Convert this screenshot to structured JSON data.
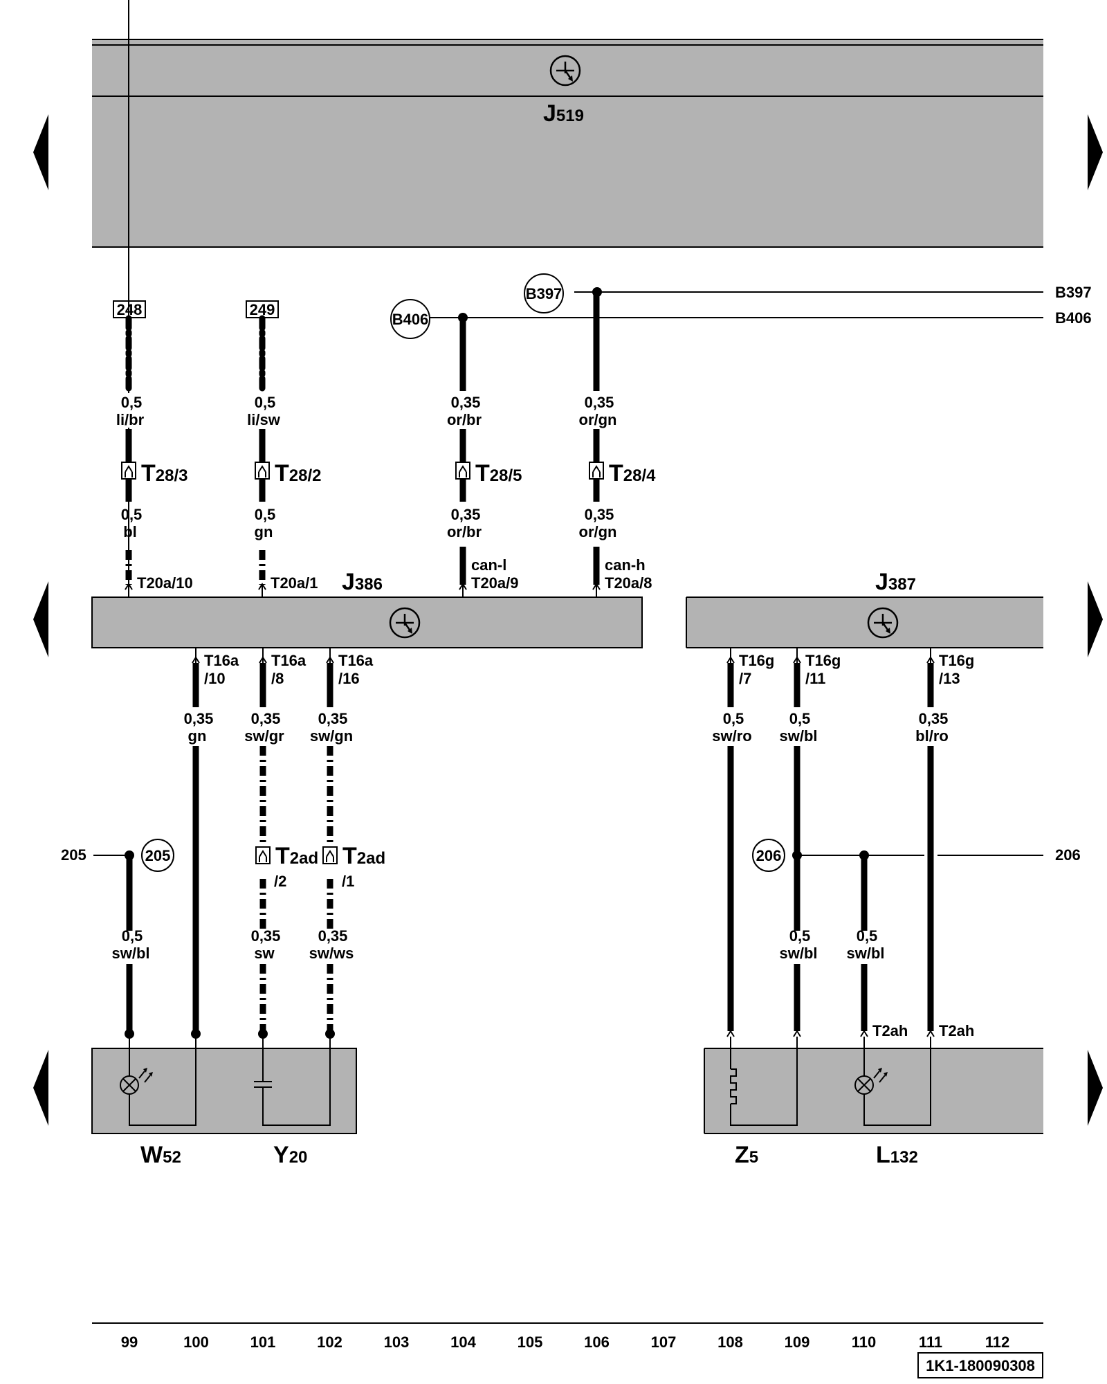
{
  "components": {
    "j519": {
      "letter": "J",
      "sub": "519"
    },
    "j386": {
      "letter": "J",
      "sub": "386"
    },
    "j387": {
      "letter": "J",
      "sub": "387"
    },
    "w52": {
      "letter": "W",
      "sub": "52"
    },
    "y20": {
      "letter": "Y",
      "sub": "20"
    },
    "z5": {
      "letter": "Z",
      "sub": "5"
    },
    "l132": {
      "letter": "L",
      "sub": "132"
    }
  },
  "refs": {
    "r248": "248",
    "r249": "249"
  },
  "nodes": {
    "b406": "B406",
    "b397": "B397",
    "n205": "205",
    "n206": "206"
  },
  "edge_labels": {
    "b397_right": "B397",
    "b406_right": "B406",
    "n205_left": "205",
    "n206_right": "206"
  },
  "wires": {
    "w1_top_size": "0,5",
    "w1_top_color": "li/br",
    "w2_top_size": "0,5",
    "w2_top_color": "li/sw",
    "w3_top_size": "0,35",
    "w3_top_color": "or/br",
    "w4_top_size": "0,35",
    "w4_top_color": "or/gn",
    "w1_bot_size": "0,5",
    "w1_bot_color": "bl",
    "w2_bot_size": "0,5",
    "w2_bot_color": "gn",
    "w3_bot_size": "0,35",
    "w3_bot_color": "or/br",
    "w4_bot_size": "0,35",
    "w4_bot_color": "or/gn",
    "a1_size": "0,35",
    "a1_color": "gn",
    "a2_size": "0,35",
    "a2_color": "sw/gr",
    "a3_size": "0,35",
    "a3_color": "sw/gn",
    "b1_size": "0,5",
    "b1_color": "sw/ro",
    "b2_size": "0,5",
    "b2_color": "sw/bl",
    "b3_size": "0,35",
    "b3_color": "bl/ro",
    "c0_size": "0,5",
    "c0_color": "sw/bl",
    "c2_size": "0,35",
    "c2_color": "sw",
    "c3_size": "0,35",
    "c3_color": "sw/ws",
    "d2_size": "0,5",
    "d2_color": "sw/bl",
    "d3_size": "0,5",
    "d3_color": "sw/bl"
  },
  "connectors": {
    "t28_3": {
      "letter": "T",
      "sub": "28/3"
    },
    "t28_2": {
      "letter": "T",
      "sub": "28/2"
    },
    "t28_5": {
      "letter": "T",
      "sub": "28/5"
    },
    "t28_4": {
      "letter": "T",
      "sub": "28/4"
    },
    "t2ad_2": {
      "letter": "T",
      "sub": "2ad",
      "pin": "/2"
    },
    "t2ad_1": {
      "letter": "T",
      "sub": "2ad",
      "pin": "/1"
    }
  },
  "pins": {
    "t20a_10": "T20a/10",
    "t20a_1": "T20a/1",
    "t20a_9": "T20a/9",
    "t20a_8": "T20a/8",
    "can_l": "can-l",
    "can_h": "can-h",
    "t16a_10_a": "T16a",
    "t16a_10_b": "/10",
    "t16a_8_a": "T16a",
    "t16a_8_b": "/8",
    "t16a_16_a": "T16a",
    "t16a_16_b": "/16",
    "t16g_7_a": "T16g",
    "t16g_7_b": "/7",
    "t16g_11_a": "T16g",
    "t16g_11_b": "/11",
    "t16g_13_a": "T16g",
    "t16g_13_b": "/13",
    "t2ah_1": "T2ah",
    "t2ah_2": "T2ah"
  },
  "scale": [
    "99",
    "100",
    "101",
    "102",
    "103",
    "104",
    "105",
    "106",
    "107",
    "108",
    "109",
    "110",
    "111",
    "112"
  ],
  "diagram_id": "1K1-180090308",
  "colors": {
    "module_fill": "#b3b3b3",
    "ink": "#000000",
    "paper": "#ffffff"
  }
}
